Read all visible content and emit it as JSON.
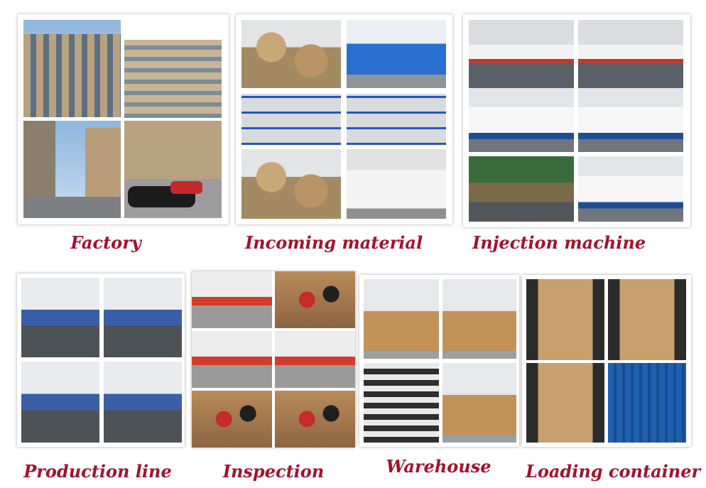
{
  "captions": {
    "factory": "Factory",
    "incoming_material": "Incoming material",
    "injection_machine": "Injection machine",
    "production_line": "Production line",
    "inspection": "Inspection",
    "warehouse": "Warehouse",
    "loading_container": "Loading container"
  },
  "colors": {
    "caption": "#a5112a",
    "background": "#ffffff"
  }
}
